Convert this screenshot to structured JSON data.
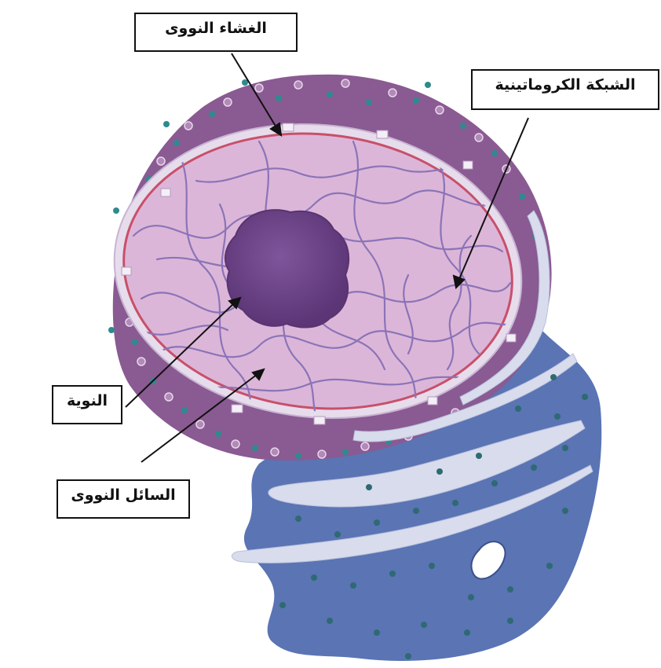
{
  "labels": {
    "nuclear_membrane": "الغشاء النووى",
    "chromatin_network": "الشبكة الكروماتينية",
    "nucleolus": "النوية",
    "nucleoplasm": "السائل النووى"
  },
  "colors": {
    "cytoplasm_purple": "#8a5a92",
    "er_blue": "#5a74b4",
    "nucleoplasm": "#dcb6d8",
    "nucleolus": "#6a4284",
    "chromatin": "#8a74b8",
    "envelope": "#e6dcec",
    "ribosome": "#2e8a8e",
    "label_border": "#111111"
  }
}
